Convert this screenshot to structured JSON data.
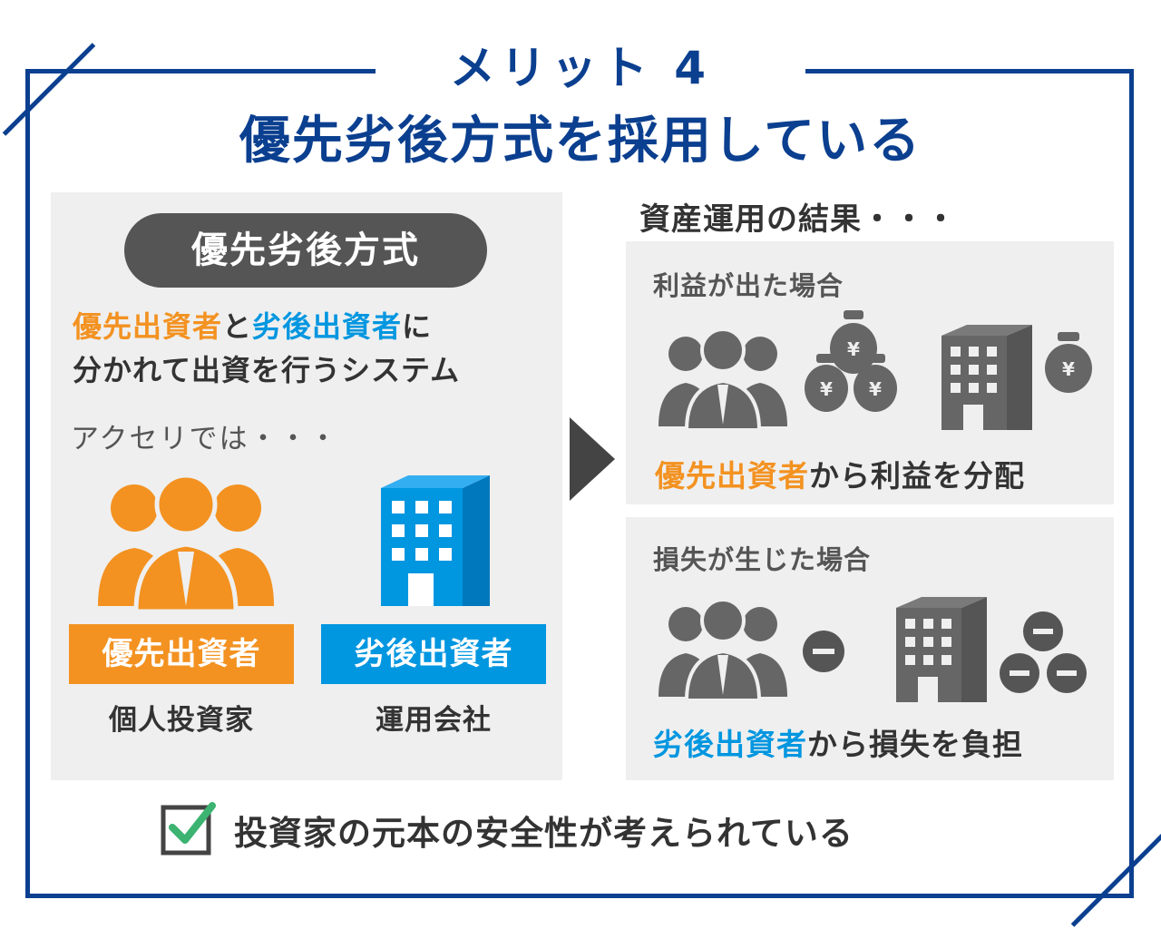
{
  "header": {
    "title_line1": "メリット 4",
    "title_line2": "優先劣後方式を採用している"
  },
  "left_panel": {
    "pill": "優先劣後方式",
    "desc_priority": "優先出資者",
    "desc_to": "と",
    "desc_subordinate": "劣後出資者",
    "desc_ni": "に",
    "desc_line2": "分かれて出資を行うシステム",
    "akuseri": "アクセリでは・・・",
    "priority_label": "優先出資者",
    "priority_sub": "個人投資家",
    "subordinate_label": "劣後出資者",
    "subordinate_sub": "運用会社"
  },
  "right_panel": {
    "title": "資産運用の結果・・・",
    "profit_title": "利益が出た場合",
    "profit_emph": "優先出資者",
    "profit_rest": "から利益を分配",
    "loss_title": "損失が生じた場合",
    "loss_emph": "劣後出資者",
    "loss_rest": "から損失を負担",
    "yen": "¥",
    "minus": "−"
  },
  "footer": {
    "statement": "投資家の元本の安全性が考えられている"
  },
  "colors": {
    "navy": "#0b3f8f",
    "orange": "#f39221",
    "blue": "#0096e0",
    "gray": "#666666",
    "check_green": "#3cb371"
  }
}
